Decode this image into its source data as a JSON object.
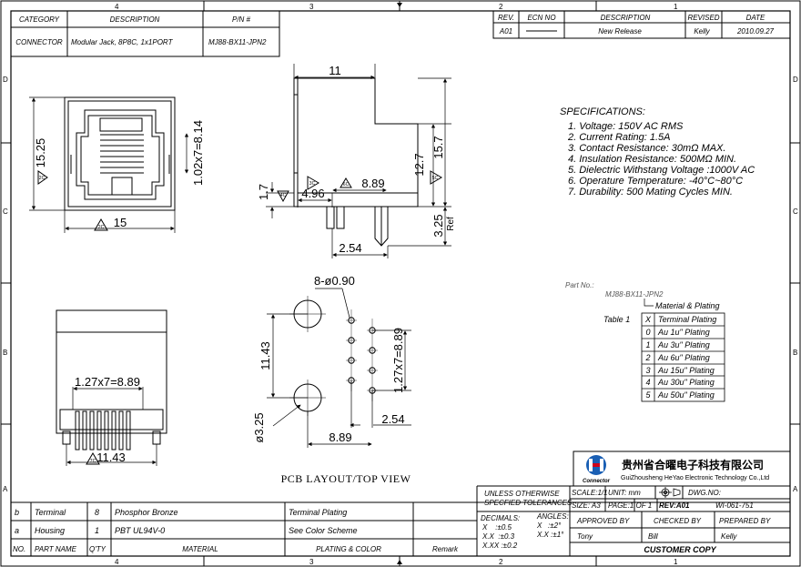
{
  "frame": {
    "top_zones": [
      "4",
      "3",
      "2",
      "1"
    ],
    "side_zones": [
      "D",
      "C",
      "B",
      "A"
    ]
  },
  "title_block_top": {
    "headers": {
      "category": "CATEGORY",
      "description": "DESCRIPTION",
      "pn": "P/N #"
    },
    "values": {
      "category": "CONNECTOR",
      "description": "Modular Jack, 8P8C, 1x1PORT",
      "pn": "MJ88-BX11-JPN2"
    }
  },
  "revision": {
    "headers": {
      "rev": "REV.",
      "ecn": "ECN NO",
      "description": "DESCRIPTION",
      "revised": "REVISED",
      "date": "DATE"
    },
    "row": {
      "rev": "A01",
      "ecn": "",
      "description": "New Release",
      "revised": "Kelly",
      "date": "2010.09.27"
    }
  },
  "specifications": {
    "title": "SPECIFICATIONS:",
    "items": [
      "1. Voltage: 150V AC RMS",
      "2. Current Rating: 1.5A",
      "3. Contact Resistance: 30mΩ MAX.",
      "4. Insulation Resistance: 500MΩ MIN.",
      "5. Dielectric Withstang Voltage :1000V AC",
      "6. Operature Temperature: -40°C~80°C",
      "7. Durability: 500 Mating Cycles MIN."
    ]
  },
  "part_no": {
    "label": "Part No.:",
    "value": "MJ88-BX11-JPN2",
    "callout": "Material & Plating"
  },
  "plating_table": {
    "caption": "Table 1",
    "headers": [
      "X",
      "Terminal Plating"
    ],
    "rows": [
      [
        "0",
        "Au 1u\" Plating"
      ],
      [
        "1",
        "Au 3u\" Plating"
      ],
      [
        "2",
        "Au 6u\" Plating"
      ],
      [
        "3",
        "Au 15u\" Plating"
      ],
      [
        "4",
        "Au 30u\" Plating"
      ],
      [
        "5",
        "Au 50u\" Plating"
      ]
    ]
  },
  "dimensions": {
    "front_width": "15",
    "front_height": "15.25",
    "front_pitch": "1.02x7=8.14",
    "side_depth": "11",
    "side_h1": "12.7",
    "side_h2": "15.7",
    "side_4_96": "4.96",
    "side_8_89": "8.89",
    "side_1_7": "1.7",
    "side_3_25": "3.25",
    "side_ref": "Ref",
    "side_2_54": "2.54",
    "bottom_pitch": "1.27x7=8.89",
    "bottom_11_43": "11.43",
    "pcb_holes": "8-ø0.90",
    "pcb_11_43": "11.43",
    "pcb_pitch": "1.27x7=8.89",
    "pcb_dia": "ø3.25",
    "pcb_2_54": "2.54",
    "pcb_8_89": "8.89"
  },
  "callouts": {
    "c2": "2C",
    "c3": "3C",
    "c4": "4C",
    "c5": "5C",
    "c6": "6C",
    "c7": "7C"
  },
  "pcb_caption": "PCB LAYOUT/TOP VIEW",
  "company": {
    "name_cn": "贵州省合曜电子科技有限公司",
    "name_en": "GuiZhousheng HeYao Electronic Technology Co.,Ltd",
    "logo_text": "Connector"
  },
  "tolerances": {
    "title1": "UNLESS OTHERWISE",
    "title2": "SPECFIED TOLERANCES",
    "decimals_label": "DECIMALS:",
    "decimals": [
      "X    :±0.5",
      "X.X  :±0.3",
      "X.XX :±0.2"
    ],
    "angles_label": "ANGLES:",
    "angles": [
      "X   :±2°",
      "X.X :±1°"
    ]
  },
  "drawing_info": {
    "scale": "SCALE:1/1",
    "unit": "UNIT: mm",
    "dwg_label": "DWG.NO:",
    "dwg_no": "WI-061-751",
    "size": "SIZE: A3",
    "page": "PAGE:1 OF 1",
    "rev": "REV:A01",
    "approved_label": "APPROVED BY",
    "checked_label": "CHECKED BY",
    "prepared_label": "PREPARED BY",
    "approved": "Tony",
    "checked": "Bill",
    "prepared": "Kelly",
    "customer_copy": "CUSTOMER COPY"
  },
  "bom": {
    "rows": [
      {
        "no": "b",
        "name": "Terminal",
        "qty": "8",
        "material": "Phosphor Bronze",
        "plating": "Terminal Plating"
      },
      {
        "no": "a",
        "name": "Housing",
        "qty": "1",
        "material": "PBT UL94V-0",
        "plating": "See Color Scheme"
      }
    ],
    "headers": {
      "no": "NO.",
      "name": "PART NAME",
      "qty": "Q'TY",
      "material": "MATERIAL",
      "plating": "PLATING & COLOR",
      "remark": "Remark"
    }
  }
}
